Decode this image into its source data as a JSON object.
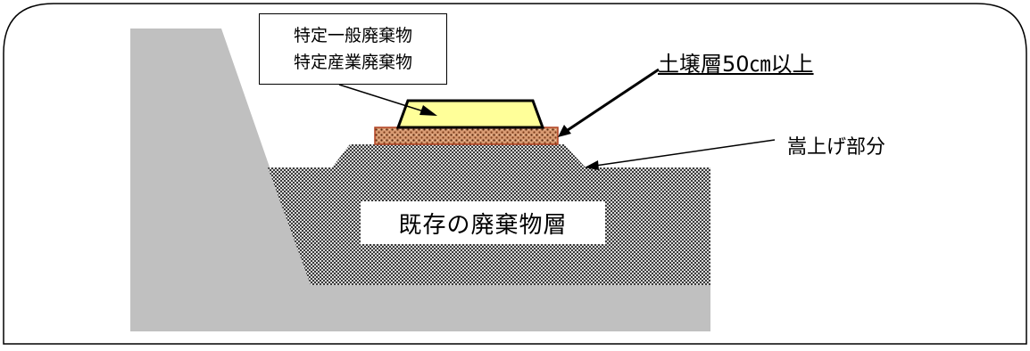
{
  "labels": {
    "waste_types": [
      "特定一般廃棄物",
      "特定産業廃棄物"
    ],
    "soil_layer": "土壌層50㎝以上",
    "uplift_part": "嵩上げ部分",
    "existing_waste_layer": "既存の廃棄物層"
  },
  "colors": {
    "ground": "#c0c0c0",
    "waste_pattern_dark": "#3a3a3a",
    "waste_pattern_light": "#d8d8d8",
    "soil_base": "#c87048",
    "new_waste_fill": "#ffff99",
    "frame_stroke": "#000000"
  }
}
